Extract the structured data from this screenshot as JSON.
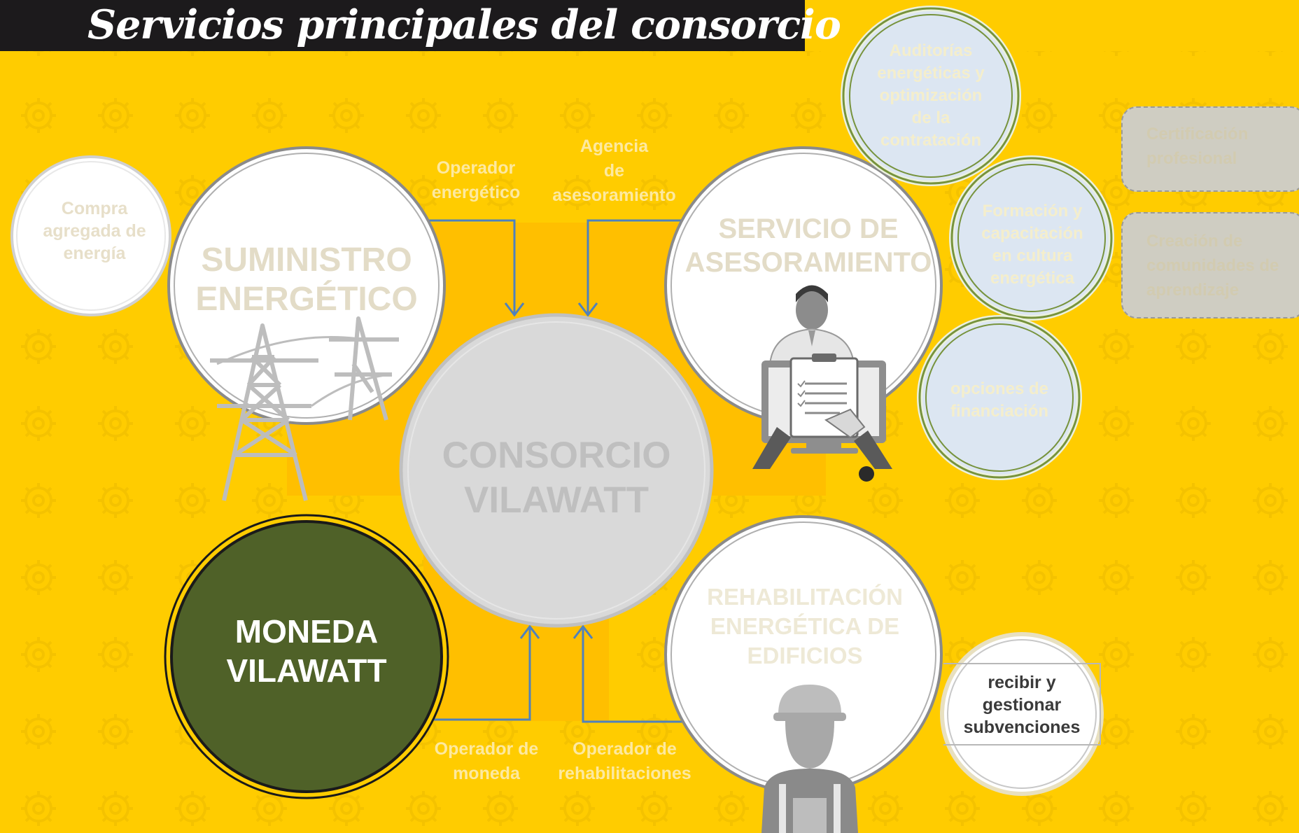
{
  "header": {
    "title": "Servicios principales del consorcio"
  },
  "center": {
    "line1": "CONSORCIO",
    "line2": "VILAWATT"
  },
  "services": {
    "supply": {
      "line1": "SUMINISTRO",
      "line2": "ENERGÉTICO"
    },
    "advice": {
      "line1": "SERVICIO DE",
      "line2": "ASESORAMIENTO"
    },
    "currency": {
      "line1": "MONEDA",
      "line2": "VILAWATT"
    },
    "rehab": {
      "line1": "REHABILITACIÓN",
      "line2": "ENERGÉTICA  DE",
      "line3": "EDIFICIOS"
    }
  },
  "satellites": {
    "purchase": {
      "line1": "Compra",
      "line2": "agregada de",
      "line3": "energía"
    },
    "audits": {
      "line1": "Auditorías",
      "line2": "energéticas y",
      "line3": "optimización",
      "line4": "de la",
      "line5": "contratación"
    },
    "training": {
      "line1": "Formación  y",
      "line2": "capacitación",
      "line3": "en cultura",
      "line4": "energética"
    },
    "financing": {
      "line1": "opciones de",
      "line2": "financiación"
    },
    "subsidies": {
      "line1": "recibir y",
      "line2": "gestionar",
      "line3": "subvenciones"
    }
  },
  "operators": {
    "energy": {
      "line1": "Operador",
      "line2": "energético"
    },
    "agency": {
      "line1": "Agencia",
      "line2": "de",
      "line3": "asesoramiento"
    },
    "currency": {
      "line1": "Operador de",
      "line2": "moneda"
    },
    "rehab": {
      "line1": "Operador de",
      "line2": "rehabilitaciones"
    }
  },
  "side_boxes": {
    "certification": {
      "line1": "Certificación",
      "line2": "profesional"
    },
    "communities": {
      "line1": "Creación de",
      "line2": "comunidades de",
      "line3": "aprendizaje"
    }
  },
  "icons": [
    "power-tower-icon",
    "consultant-icon",
    "worker-icon"
  ],
  "colors": {
    "background": "#ffcc00",
    "title_bar": "#1c1a1c",
    "currency_fill": "#4f6128",
    "center_fill": "#d9d9d9",
    "satellite_fill": "#dce6f2",
    "arrow": "#4f81bd"
  }
}
